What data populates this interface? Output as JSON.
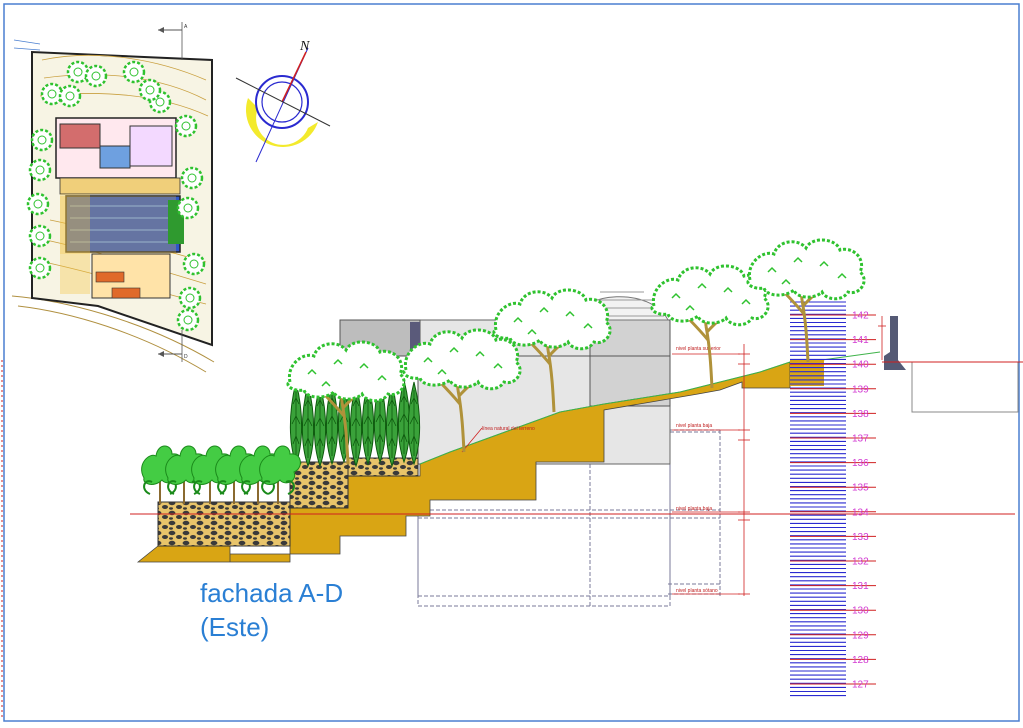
{
  "drawing": {
    "title_line1": "fachada A-D",
    "title_line2": "(Este)",
    "north_label": "N",
    "section_markers": [
      "A",
      "D"
    ],
    "level_notes": {
      "ground_line": "línea natural del terreno",
      "upper_floor": "nivel planta superior",
      "ground_floor": "nivel planta baja",
      "basement_floor": "nivel planta sótano",
      "lower_floor": "nivel planta baja"
    }
  },
  "elevation_scale": {
    "levels": [
      "142",
      "141",
      "140",
      "139",
      "138",
      "137",
      "136",
      "135",
      "134",
      "133",
      "132",
      "131",
      "130",
      "129",
      "128",
      "127"
    ]
  },
  "colors": {
    "ground_fill": "#d9a514",
    "foliage": "#2fc22f",
    "trunk": "#b0923a",
    "title_blue": "#2a7fd4",
    "level_magenta": "#d23bd2",
    "datum_red": "#d02020",
    "scale_blue": "#2a2ad0",
    "compass_yellow": "#f3ea2c",
    "border_blue": "#4a7fd0"
  }
}
